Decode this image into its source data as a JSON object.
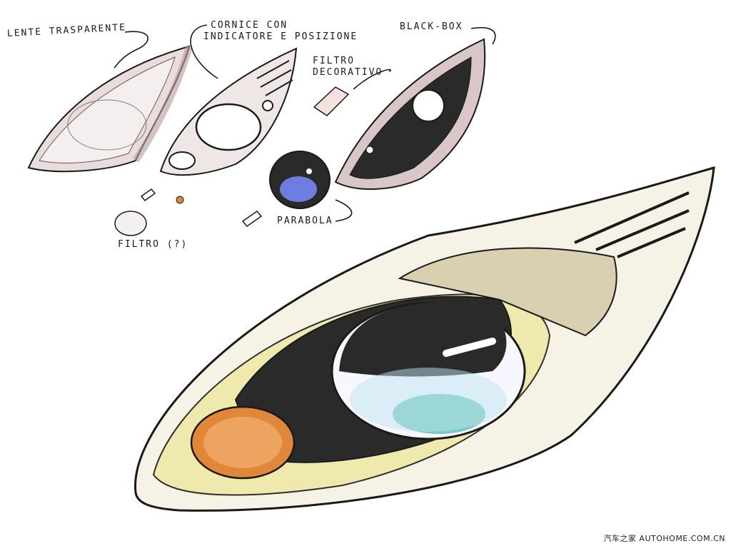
{
  "labels": {
    "lente": "LENTE TRASPARENTE",
    "cornice_line1": "CORNICE CON",
    "cornice_line2": "INDICATORE E POSIZIONE",
    "filtro_decorativo_line1": "FILTRO",
    "filtro_decorativo_line2": "DECORATIVO",
    "black_box": "BLACK-BOX",
    "parabola": "PARABOLA",
    "filtro": "FILTRO (?)"
  },
  "watermark": "汽车之家 AUTOHOME.COM.CN",
  "colors": {
    "ink": "#1a1a1a",
    "lens_tint": "#b89a9a",
    "amber": "#e0873a",
    "blue": "#6f7de0",
    "teal": "#3fb7a0",
    "yellow_marker": "#efe8a8",
    "dark_marker": "#2a2a2a"
  }
}
